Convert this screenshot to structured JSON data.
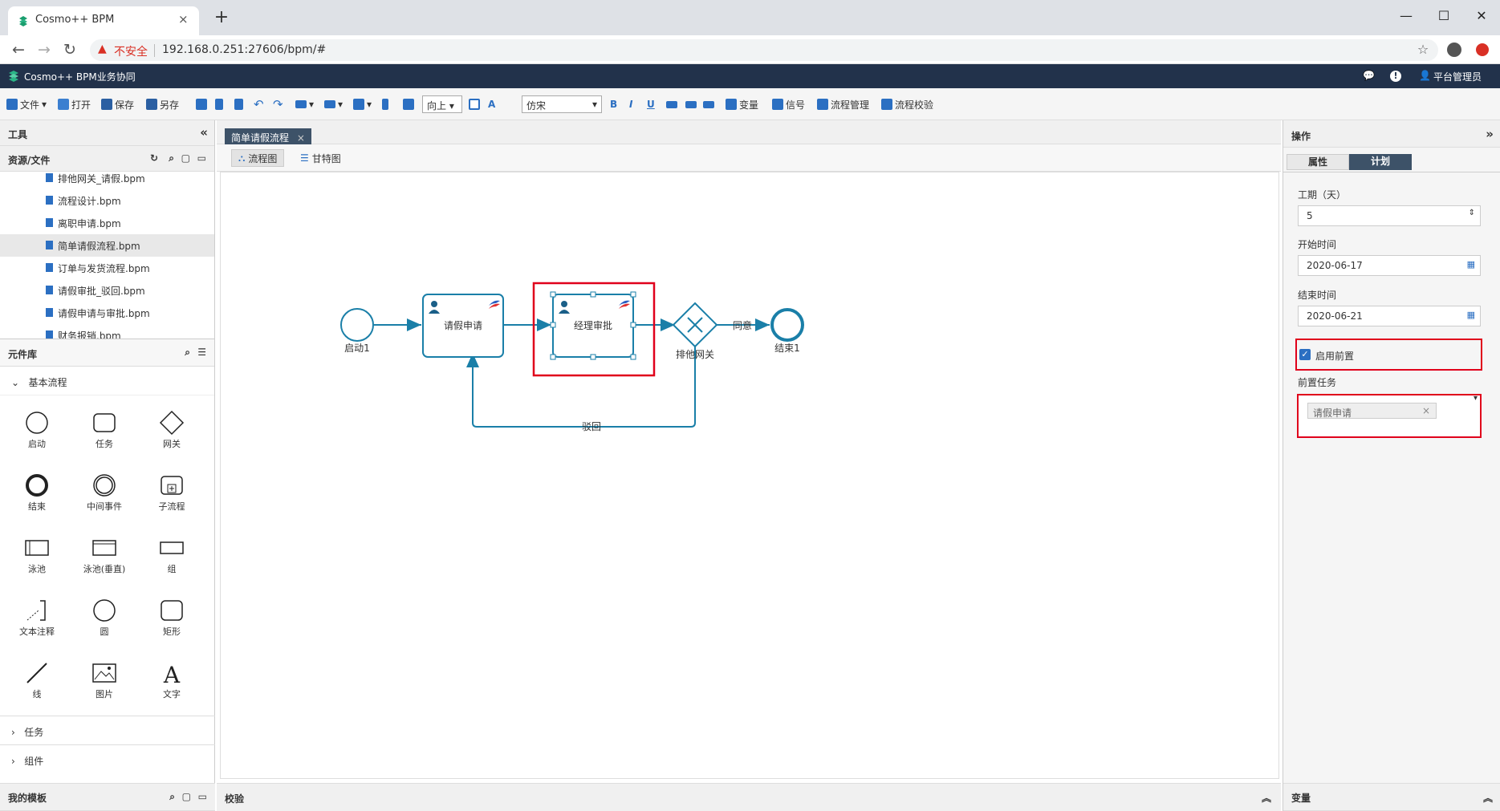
{
  "browser": {
    "tab_title": "Cosmo++ BPM",
    "close": "×",
    "new_tab": "+",
    "insecure": "不安全",
    "url": "192.168.0.251:27606/bpm/#",
    "win_min": "—",
    "win_max": "☐",
    "win_close": "✕"
  },
  "app": {
    "name": "Cosmo++ BPM业务协同",
    "user": "平台管理员"
  },
  "toolbar": {
    "file": "文件",
    "open": "打开",
    "save": "保存",
    "save_as": "另存",
    "direction": "向上",
    "font": "仿宋",
    "bold": "B",
    "italic": "I",
    "underline": "U",
    "variables": "变量",
    "signal": "信号",
    "process_mgmt": "流程管理",
    "process_check": "流程校验"
  },
  "left": {
    "tools_title": "工具",
    "resources_title": "资源/文件",
    "files": [
      "排他网关_请假.bpm",
      "流程设计.bpm",
      "离职申请.bpm",
      "简单请假流程.bpm",
      "订单与发货流程.bpm",
      "请假审批_驳回.bpm",
      "请假申请与审批.bpm",
      "财务报销.bpm"
    ],
    "selected_file_index": 3,
    "library_title": "元件库",
    "basic_group": "基本流程",
    "palette": [
      "启动",
      "任务",
      "网关",
      "结束",
      "中间事件",
      "子流程",
      "泳池",
      "泳池(垂直)",
      "组",
      "文本注释",
      "圆",
      "矩形",
      "线",
      "图片",
      "文字"
    ],
    "task_group": "任务",
    "component_group": "组件",
    "templates_title": "我的模板"
  },
  "center": {
    "doc_tab": "简单请假流程",
    "view_flow": "流程图",
    "view_gantt": "甘特图",
    "verify": "校验"
  },
  "diagram": {
    "start": "启动1",
    "task1": "请假申请",
    "task2": "经理审批",
    "gateway": "排他网关",
    "end": "结束1",
    "agree": "同意",
    "reject": "驳回"
  },
  "right": {
    "title": "操作",
    "tab_props": "属性",
    "tab_plan": "计划",
    "duration_label": "工期（天）",
    "duration_value": "5",
    "start_label": "开始时间",
    "start_value": "2020-06-17",
    "end_label": "结束时间",
    "end_value": "2020-06-21",
    "enable_pre": "启用前置",
    "enable_pre_checked": true,
    "pre_task_label": "前置任务",
    "pre_task_value": "请假申请",
    "variables": "变量"
  },
  "colors": {
    "header": "#22324b",
    "accent": "#1a7fa8",
    "highlight": "#e0001b",
    "tab_active": "#3d5268"
  }
}
